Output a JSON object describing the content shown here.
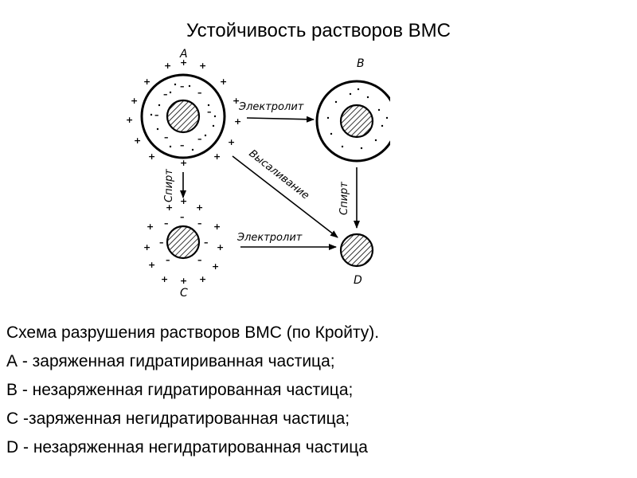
{
  "title": "Устойчивость растворов ВМС",
  "diagram": {
    "particle_labels": {
      "a": "A",
      "b": "B",
      "c": "C",
      "d": "D"
    },
    "arrow_labels": {
      "a_to_b": "Электролит",
      "a_to_d": "Высаливание",
      "a_to_c": "Спирт",
      "b_to_d": "Спирт",
      "c_to_d": "Электролит"
    }
  },
  "caption": {
    "heading": "Схема разрушения растворов ВМС (по Кройту).",
    "items": [
      "А - заряженная гидратириванная частица;",
      "В - незаряженная гидратированная частица;",
      "С -заряженная негидратированная частица;",
      "D - незаряженная негидратированная частица"
    ]
  }
}
